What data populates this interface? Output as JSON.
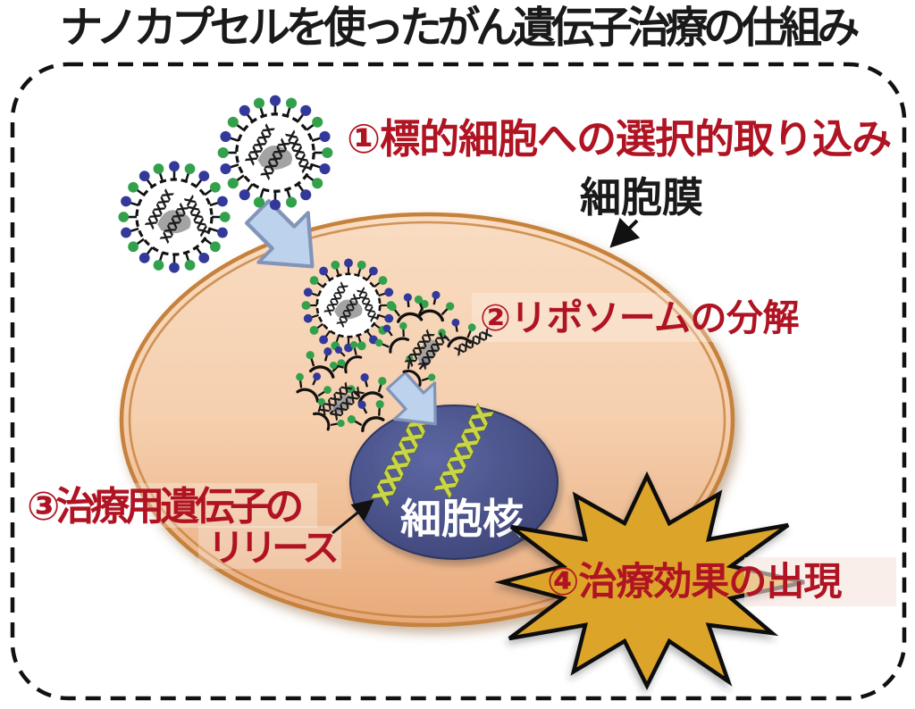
{
  "title": "ナノカプセルを使ったがん遺伝子治療の仕組み",
  "steps": {
    "step1": "①標的細胞への選択的取り込み",
    "step2": "②リポソームの分解",
    "step3_line1": "③治療用遺伝子の",
    "step3_line2": "リリース",
    "step4": "④治療効果の出現"
  },
  "labels": {
    "cell_membrane": "細胞膜",
    "cell_nucleus": "細胞核"
  },
  "glyphs": {
    "dna_strand": "XXXXX",
    "dna_strand_long": "XXXXXX"
  },
  "icons": {
    "liposome-icon": "dashed circle shell with green/blue lollipop pins and DNA cargo",
    "liposome-fragment-icon": "broken shell arc with pins",
    "uptake-arrow-icon": "thick light-blue arrow pointing down-right",
    "pointer-arrow-icon": "thin black annotation arrow",
    "starburst-icon": "gold jagged burst"
  },
  "colors": {
    "title_ink": "#1a1a1a",
    "border_ink": "#111111",
    "step_red": "#b01423",
    "cell_top": "#f9dcc2",
    "cell_mid": "#f5cfae",
    "cell_bottom": "#e8aa7a",
    "membrane": "#c6813c",
    "nucleus_center": "#5d67a3",
    "nucleus_edge": "#3b4274",
    "nucleus_stroke": "#2e355e",
    "star_fill": "#dda42c",
    "arrow_fill": "#bdd2ec",
    "arrow_stroke": "#8295b8",
    "pin_green": "#33a04c",
    "pin_blue": "#33389b",
    "pin_stick": "#111111",
    "dna_dark": "#1c1c1c",
    "dna_blob": "#999999",
    "dna_yellow": "#c9d549",
    "dna_yellow_edge": "#5d6b00",
    "white": "#ffffff"
  }
}
